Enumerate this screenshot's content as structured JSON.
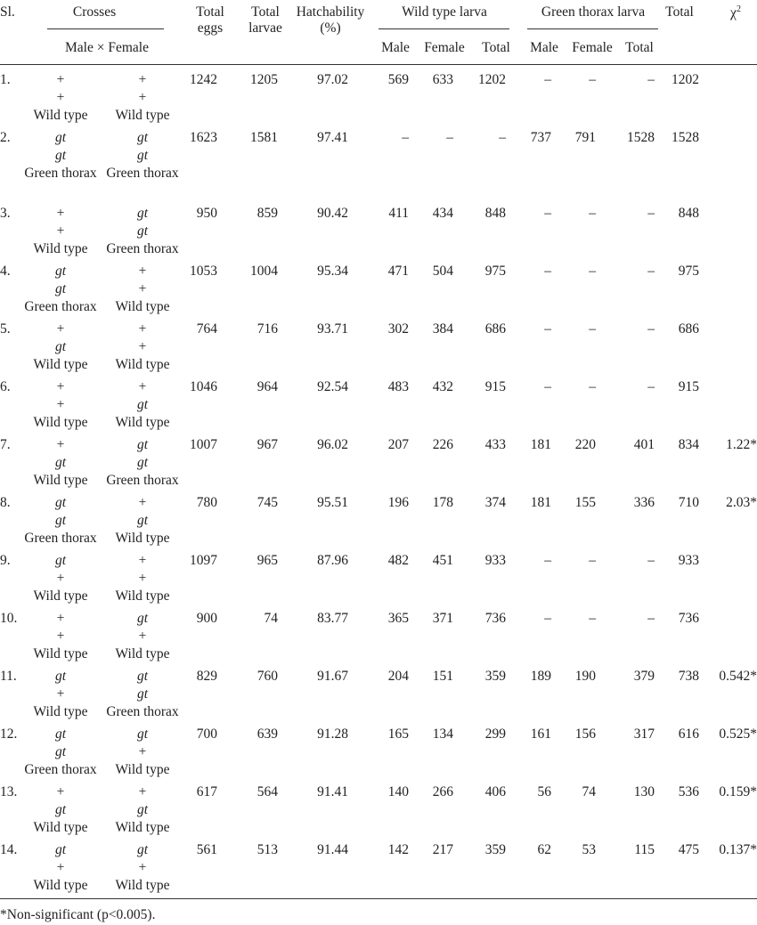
{
  "header": {
    "sl": "Sl.",
    "crosses": "Crosses",
    "male_x_female": "Male  ×  Female",
    "total_eggs": [
      "Total",
      "eggs"
    ],
    "total_larvae": [
      "Total",
      "larvae"
    ],
    "hatchability": [
      "Hatchability",
      "(%)"
    ],
    "wild_type_larva": "Wild type larva",
    "green_thorax_larva": "Green thorax larva",
    "wt_sub": [
      "Male",
      "Female",
      "Total"
    ],
    "gt_sub": [
      "Male",
      "Female",
      "Total"
    ],
    "total": "Total",
    "chi": "χ",
    "chi_sup": "2"
  },
  "rows": [
    {
      "sl": "1.",
      "m1": "+",
      "m2": "+",
      "mlab": "Wild type",
      "f1": "+",
      "f2": "+",
      "flab": "Wild type",
      "eggs": "1242",
      "larvae": "1205",
      "hatch": "97.02",
      "wm": "569",
      "wf": "633",
      "wt": "1202",
      "gm": "–",
      "gf": "–",
      "gtot": "–",
      "total": "1202",
      "chi": ""
    },
    {
      "sl": "2.",
      "m1": "gt",
      "m2": "gt",
      "mlab": "Green thorax",
      "f1": "gt",
      "f2": "gt",
      "flab": "Green thorax",
      "eggs": "1623",
      "larvae": "1581",
      "hatch": "97.41",
      "wm": "–",
      "wf": "–",
      "wt": "–",
      "gm": "737",
      "gf": "791",
      "gtot": "1528",
      "total": "1528",
      "chi": ""
    },
    {
      "sl": "3.",
      "m1": "+",
      "m2": "+",
      "mlab": "Wild type",
      "f1": "gt",
      "f2": "gt",
      "flab": "Green thorax",
      "eggs": "950",
      "larvae": "859",
      "hatch": "90.42",
      "wm": "411",
      "wf": "434",
      "wt": "848",
      "gm": "–",
      "gf": "–",
      "gtot": "–",
      "total": "848",
      "chi": ""
    },
    {
      "sl": "4.",
      "m1": "gt",
      "m2": "gt",
      "mlab": "Green thorax",
      "f1": "+",
      "f2": "+",
      "flab": "Wild type",
      "eggs": "1053",
      "larvae": "1004",
      "hatch": "95.34",
      "wm": "471",
      "wf": "504",
      "wt": "975",
      "gm": "–",
      "gf": "–",
      "gtot": "–",
      "total": "975",
      "chi": ""
    },
    {
      "sl": "5.",
      "m1": "+",
      "m2": "gt",
      "mlab": "Wild type",
      "f1": "+",
      "f2": "+",
      "flab": "Wild type",
      "eggs": "764",
      "larvae": "716",
      "hatch": "93.71",
      "wm": "302",
      "wf": "384",
      "wt": "686",
      "gm": "–",
      "gf": "–",
      "gtot": "–",
      "total": "686",
      "chi": ""
    },
    {
      "sl": "6.",
      "m1": "+",
      "m2": "+",
      "mlab": "Wild type",
      "f1": "+",
      "f2": "gt",
      "flab": "Wild type",
      "eggs": "1046",
      "larvae": "964",
      "hatch": "92.54",
      "wm": "483",
      "wf": "432",
      "wt": "915",
      "gm": "–",
      "gf": "–",
      "gtot": "–",
      "total": "915",
      "chi": ""
    },
    {
      "sl": "7.",
      "m1": "+",
      "m2": "gt",
      "mlab": "Wild type",
      "f1": "gt",
      "f2": "gt",
      "flab": "Green thorax",
      "eggs": "1007",
      "larvae": "967",
      "hatch": "96.02",
      "wm": "207",
      "wf": "226",
      "wt": "433",
      "gm": "181",
      "gf": "220",
      "gtot": "401",
      "total": "834",
      "chi": "1.22*"
    },
    {
      "sl": "8.",
      "m1": "gt",
      "m2": "gt",
      "mlab": "Green thorax",
      "f1": "+",
      "f2": "gt",
      "flab": "Wild type",
      "eggs": "780",
      "larvae": "745",
      "hatch": "95.51",
      "wm": "196",
      "wf": "178",
      "wt": "374",
      "gm": "181",
      "gf": "155",
      "gtot": "336",
      "total": "710",
      "chi": "2.03*"
    },
    {
      "sl": "9.",
      "m1": "gt",
      "m2": "+",
      "mlab": "Wild type",
      "f1": "+",
      "f2": "+",
      "flab": "Wild type",
      "eggs": "1097",
      "larvae": "965",
      "hatch": "87.96",
      "wm": "482",
      "wf": "451",
      "wt": "933",
      "gm": "–",
      "gf": "–",
      "gtot": "–",
      "total": "933",
      "chi": ""
    },
    {
      "sl": "10.",
      "m1": "+",
      "m2": "+",
      "mlab": "Wild type",
      "f1": "gt",
      "f2": "+",
      "flab": "Wild type",
      "eggs": "900",
      "larvae": "74",
      "hatch": "83.77",
      "wm": "365",
      "wf": "371",
      "wt": "736",
      "gm": "–",
      "gf": "–",
      "gtot": "–",
      "total": "736",
      "chi": ""
    },
    {
      "sl": "11.",
      "m1": "gt",
      "m2": "+",
      "mlab": "Wild type",
      "f1": "gt",
      "f2": "gt",
      "flab": "Green thorax",
      "eggs": "829",
      "larvae": "760",
      "hatch": "91.67",
      "wm": "204",
      "wf": "151",
      "wt": "359",
      "gm": "189",
      "gf": "190",
      "gtot": "379",
      "total": "738",
      "chi": "0.542*"
    },
    {
      "sl": "12.",
      "m1": "gt",
      "m2": "gt",
      "mlab": "Green thorax",
      "f1": "gt",
      "f2": "+",
      "flab": "Wild type",
      "eggs": "700",
      "larvae": "639",
      "hatch": "91.28",
      "wm": "165",
      "wf": "134",
      "wt": "299",
      "gm": "161",
      "gf": "156",
      "gtot": "317",
      "total": "616",
      "chi": "0.525*"
    },
    {
      "sl": "13.",
      "m1": "+",
      "m2": "gt",
      "mlab": "Wild type",
      "f1": "+",
      "f2": "gt",
      "flab": "Wild type",
      "eggs": "617",
      "larvae": "564",
      "hatch": "91.41",
      "wm": "140",
      "wf": "266",
      "wt": "406",
      "gm": "56",
      "gf": "74",
      "gtot": "130",
      "total": "536",
      "chi": "0.159*"
    },
    {
      "sl": "14.",
      "m1": "gt",
      "m2": "+",
      "mlab": "Wild type",
      "f1": "gt",
      "f2": "+",
      "flab": "Wild type",
      "eggs": "561",
      "larvae": "513",
      "hatch": "91.44",
      "wm": "142",
      "wf": "217",
      "wt": "359",
      "gm": "62",
      "gf": "53",
      "gtot": "115",
      "total": "475",
      "chi": "0.137*"
    }
  ],
  "footnote": "*Non-significant (p<0.005)."
}
